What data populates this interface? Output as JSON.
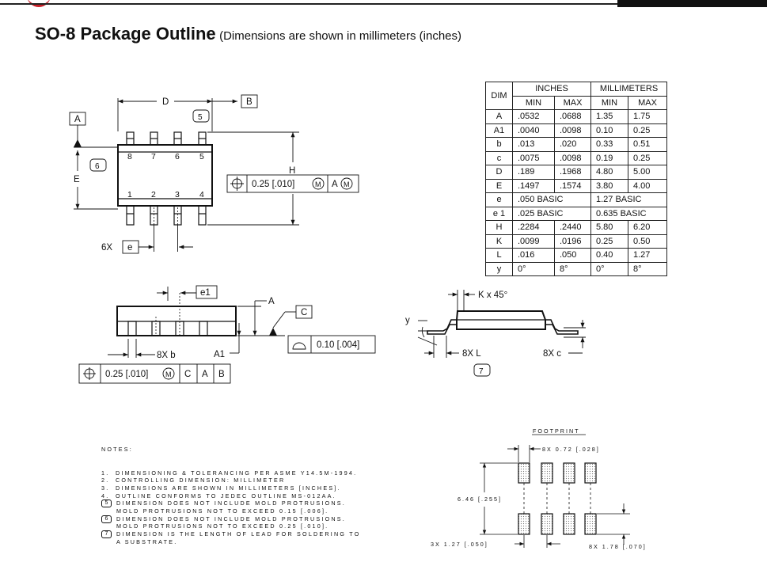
{
  "title": {
    "main": "SO-8 Package Outline",
    "sub": "(Dimensions are shown in millimeters (inches)"
  },
  "table": {
    "header_dim": "DIM",
    "header_inches": "INCHES",
    "header_mm": "MILLIMETERS",
    "min": "MIN",
    "max": "MAX",
    "rows": [
      {
        "dim": "A",
        "in_min": ".0532",
        "in_max": ".0688",
        "mm_min": "1.35",
        "mm_max": "1.75"
      },
      {
        "dim": "A1",
        "in_min": ".0040",
        "in_max": ".0098",
        "mm_min": "0.10",
        "mm_max": "0.25"
      },
      {
        "dim": "b",
        "in_min": ".013",
        "in_max": ".020",
        "mm_min": "0.33",
        "mm_max": "0.51"
      },
      {
        "dim": "c",
        "in_min": ".0075",
        "in_max": ".0098",
        "mm_min": "0.19",
        "mm_max": "0.25"
      },
      {
        "dim": "D",
        "in_min": ".189",
        "in_max": ".1968",
        "mm_min": "4.80",
        "mm_max": "5.00"
      },
      {
        "dim": "E",
        "in_min": ".1497",
        "in_max": ".1574",
        "mm_min": "3.80",
        "mm_max": "4.00"
      },
      {
        "dim": "e",
        "in_basic": ".050 BASIC",
        "mm_basic": "1.27 BASIC"
      },
      {
        "dim": "e 1",
        "in_basic": ".025 BASIC",
        "mm_basic": "0.635 BASIC"
      },
      {
        "dim": "H",
        "in_min": ".2284",
        "in_max": ".2440",
        "mm_min": "5.80",
        "mm_max": "6.20"
      },
      {
        "dim": "K",
        "in_min": ".0099",
        "in_max": ".0196",
        "mm_min": "0.25",
        "mm_max": "0.50"
      },
      {
        "dim": "L",
        "in_min": ".016",
        "in_max": ".050",
        "mm_min": "0.40",
        "mm_max": "1.27"
      },
      {
        "dim": "y",
        "in_min": "0°",
        "in_max": "8°",
        "mm_min": "0°",
        "mm_max": "8°"
      }
    ]
  },
  "top_view": {
    "label_D": "D",
    "datum_A": "A",
    "datum_B": "B",
    "note5": "5",
    "note6": "6",
    "label_E": "E",
    "label_H": "H",
    "pins_top": [
      "8",
      "7",
      "6",
      "5"
    ],
    "pins_bottom": [
      "1",
      "2",
      "3",
      "4"
    ],
    "fcf_tol": "0.25 [.010]",
    "fcf_m": "M",
    "fcf_datum": "A",
    "label_6X": "6X",
    "label_e": "e"
  },
  "side_view": {
    "label_e1": "e1",
    "label_A": "A",
    "datum_C": "C",
    "label_8Xb": "8X b",
    "label_A1": "A1",
    "flat_tol": "0.10 [.004]",
    "fcf_tol": "0.25 [.010]",
    "fcf_m": "M",
    "fcf_d1": "C",
    "fcf_d2": "A",
    "fcf_d3": "B"
  },
  "end_view": {
    "label_K": "K x 45°",
    "label_y": "y",
    "label_8XL": "8X L",
    "label_8Xc": "8X c",
    "note7": "7"
  },
  "notes": {
    "header": "NOTES:",
    "items": [
      {
        "marker": "1.",
        "boxed": false,
        "lines": [
          "DIMENSIONING & TOLERANCING PER ASME Y14.5M-1994."
        ]
      },
      {
        "marker": "2.",
        "boxed": false,
        "lines": [
          "CONTROLLING DIMENSION: MILLIMETER"
        ]
      },
      {
        "marker": "3.",
        "boxed": false,
        "lines": [
          "DIMENSIONS ARE SHOWN IN MILLIMETERS [INCHES]."
        ]
      },
      {
        "marker": "4.",
        "boxed": false,
        "lines": [
          "OUTLINE CONFORMS TO JEDEC OUTLINE MS-012AA."
        ]
      },
      {
        "marker": "5",
        "boxed": true,
        "lines": [
          "DIMENSION DOES NOT INCLUDE MOLD PROTRUSIONS.",
          "MOLD PROTRUSIONS NOT TO EXCEED 0.15 [.006]."
        ]
      },
      {
        "marker": "6",
        "boxed": true,
        "lines": [
          "DIMENSION DOES NOT INCLUDE MOLD PROTRUSIONS.",
          "MOLD PROTRUSIONS NOT TO EXCEED 0.25 [.010]."
        ]
      },
      {
        "marker": "7",
        "boxed": true,
        "lines": [
          "DIMENSION IS THE LENGTH OF LEAD FOR SOLDERING TO",
          "A SUBSTRATE."
        ]
      }
    ]
  },
  "footprint": {
    "title": "FOOTPRINT",
    "pad_width": "8X 0.72 [.028]",
    "span": "6.46 [.255]",
    "pitch": "3X 1.27 [.050]",
    "pad_length": "8X 1.78 [.070]"
  }
}
